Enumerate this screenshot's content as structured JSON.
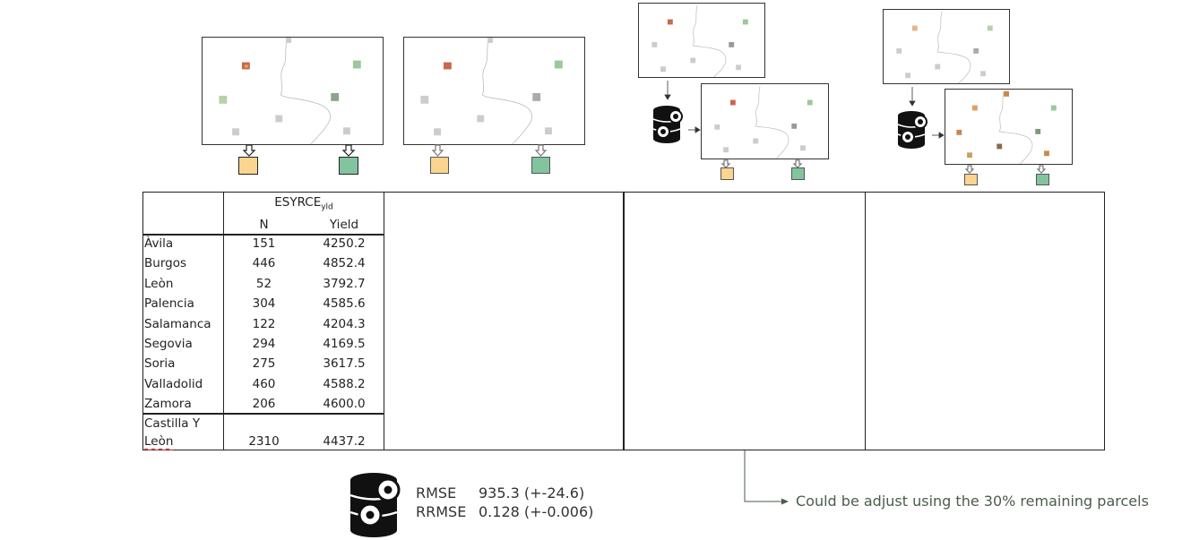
{
  "table": {
    "header_group_main": "ESYRCE",
    "header_group_sub": "yld",
    "col_n": "N",
    "col_yield": "Yield",
    "rows": [
      {
        "name": "Àvila",
        "n": "151",
        "yield": "4250.2"
      },
      {
        "name": "Burgos",
        "n": "446",
        "yield": "4852.4"
      },
      {
        "name": "Leòn",
        "n": "52",
        "yield": "3792.7"
      },
      {
        "name": "Palencia",
        "n": "304",
        "yield": "4585.6"
      },
      {
        "name": "Salamanca",
        "n": "122",
        "yield": "4204.3"
      },
      {
        "name": "Segovia",
        "n": "294",
        "yield": "4169.5"
      },
      {
        "name": "Soria",
        "n": "275",
        "yield": "3617.5"
      },
      {
        "name": "Valladolid",
        "n": "460",
        "yield": "4588.2"
      },
      {
        "name": "Zamora",
        "n": "206",
        "yield": "4600.0"
      }
    ],
    "total": {
      "name_line1": "Castilla Y",
      "name_line2": "Leòn",
      "n": "2310",
      "yield": "4437.2"
    }
  },
  "metrics": {
    "rmse_label": "RMSE",
    "rmse_value": "935.3 (+-24.6)",
    "rrmse_label": "RRMSE",
    "rrmse_value": "0.128 (+-0.006)"
  },
  "note": "Could be adjust using  the 30% remaining parcels",
  "colors": {
    "orange": "#fbd58f",
    "green": "#82c49e",
    "note_text": "#4a5d4a",
    "arrow": "#333333"
  },
  "icons": [
    "map-icon",
    "database-gears-icon",
    "arrow-down-icon",
    "arrow-right-icon"
  ]
}
